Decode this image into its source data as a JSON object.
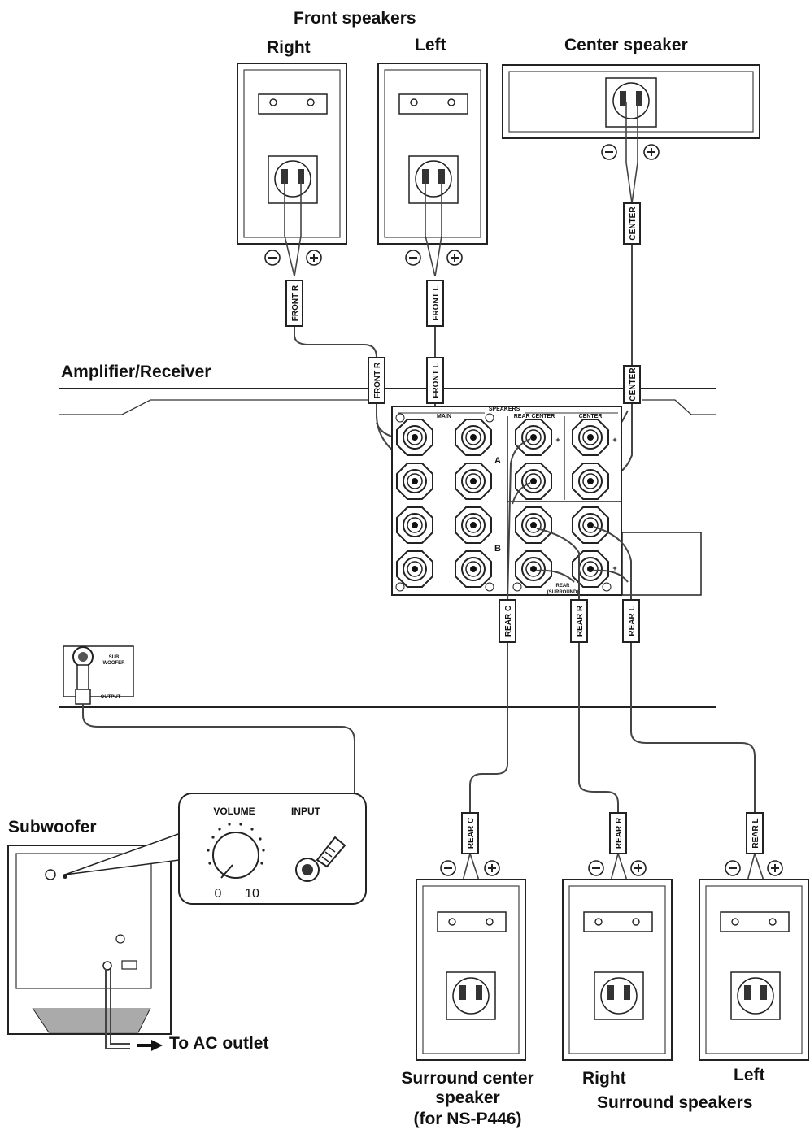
{
  "labels": {
    "front_speakers": "Front speakers",
    "front_right": "Right",
    "front_left": "Left",
    "center_speaker": "Center speaker",
    "amplifier_receiver": "Amplifier/Receiver",
    "subwoofer": "Subwoofer",
    "to_ac_outlet": "To AC outlet",
    "surround_center_line1": "Surround center",
    "surround_center_line2": "speaker",
    "surround_center_line3": "(for NS-P446)",
    "surround_right": "Right",
    "surround_left": "Left",
    "surround_speakers": "Surround speakers"
  },
  "subwoofer_panel": {
    "volume": "VOLUME",
    "input": "INPUT",
    "volume_min": "0",
    "volume_max": "10"
  },
  "receiver_panel": {
    "speakers": "SPEAKERS",
    "main": "MAIN",
    "rear_center": "REAR CENTER",
    "center": "CENTER",
    "rear_surround_line1": "REAR",
    "rear_surround_line2": "(SURROUND)",
    "a": "A",
    "b": "B",
    "sub_woofer_line1": "SUB",
    "sub_woofer_line2": "WOOFER",
    "output": "OUTPUT"
  },
  "polarity": {
    "minus": "−",
    "plus": "+"
  },
  "cable_tags": {
    "front_r": "FRONT R",
    "front_l": "FRONT L",
    "center": "CENTER",
    "rear_c": "REAR C",
    "rear_r": "REAR R",
    "rear_l": "REAR L"
  },
  "icons": [
    "speaker-cabinet",
    "binding-post",
    "rca-plug",
    "volume-knob",
    "ac-plug-arrow"
  ]
}
